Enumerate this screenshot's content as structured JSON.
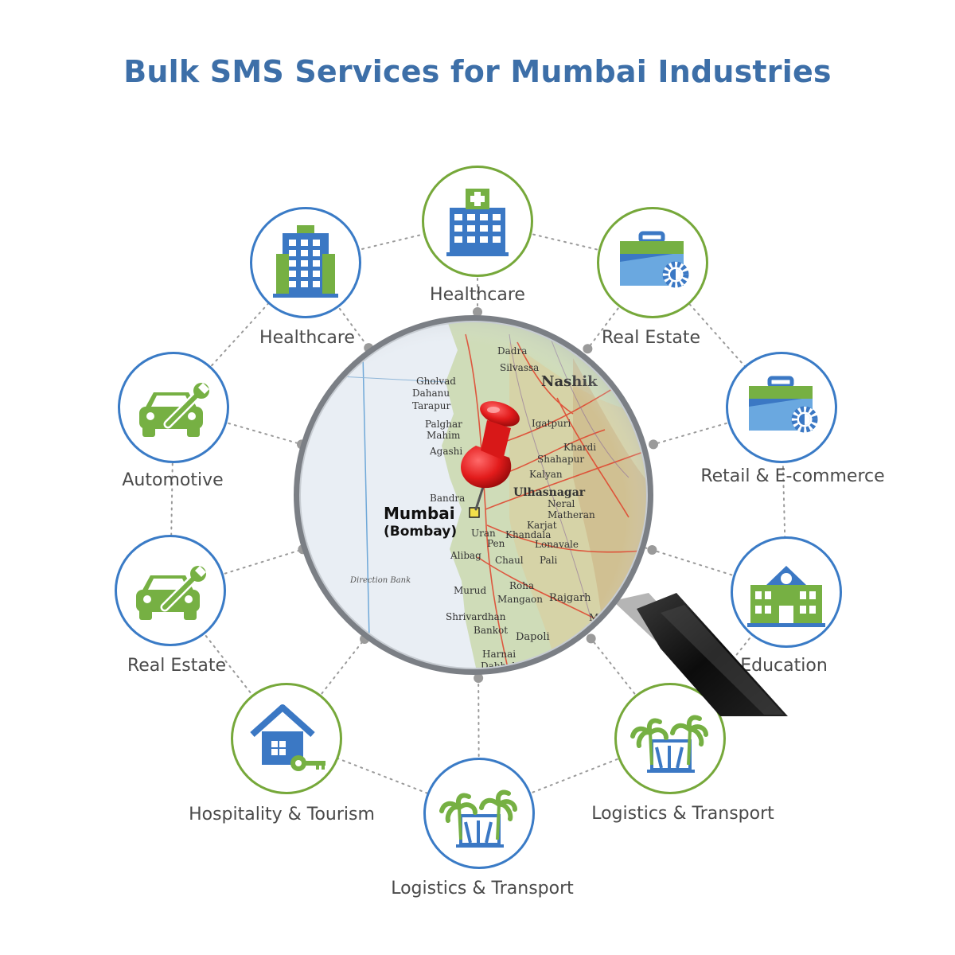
{
  "title": "Bulk SMS Services for Mumbai Industries",
  "colors": {
    "title": "#3d6fa8",
    "green": "#76a83a",
    "blue": "#3a7bc6",
    "label": "#4a4a4a"
  },
  "nodes": [
    {
      "label": "Healthcare",
      "icon": "hospital-icon",
      "ring": "green"
    },
    {
      "label": "Real Estate",
      "icon": "briefcase-gear-icon",
      "ring": "green"
    },
    {
      "label": "Retail & E-commerce",
      "icon": "briefcase-gear-icon",
      "ring": "blue"
    },
    {
      "label": "Education",
      "icon": "school-building-icon",
      "ring": "blue"
    },
    {
      "label": "Logistics & Transport",
      "icon": "palm-trees-building-icon",
      "ring": "green"
    },
    {
      "label": "Logistics & Transport",
      "icon": "palm-trees-building-icon",
      "ring": "blue"
    },
    {
      "label": "Hospitality & Tourism",
      "icon": "house-key-icon",
      "ring": "green"
    },
    {
      "label": "Real Estate",
      "icon": "car-wrench-icon",
      "ring": "blue"
    },
    {
      "label": "Automotive",
      "icon": "car-wrench-icon",
      "ring": "blue"
    },
    {
      "label": "Healthcare",
      "icon": "office-building-icon",
      "ring": "blue"
    }
  ],
  "map": {
    "center_label": "Mumbai",
    "center_sublabel": "(Bombay)",
    "places": [
      "Dadra",
      "Silvassa",
      "Nashik",
      "Gholvad",
      "Dahanu",
      "Tarapur",
      "Palghar",
      "Mahim",
      "Agashi",
      "Igatpuri",
      "Khardi",
      "Shahapur",
      "Kalyan",
      "Ulhasnagar",
      "Bandra",
      "Neral",
      "Matheran",
      "Uran",
      "Karjat",
      "Pen",
      "Khandala",
      "Lonavale",
      "Alibag",
      "Chaul",
      "Pali",
      "Direction Bank",
      "Murud",
      "Roha",
      "Mangaon",
      "Rajgarh",
      "Shrivardhan",
      "Bankot",
      "Dapoli",
      "Harnai",
      "Dabhol",
      "Mahad"
    ]
  }
}
